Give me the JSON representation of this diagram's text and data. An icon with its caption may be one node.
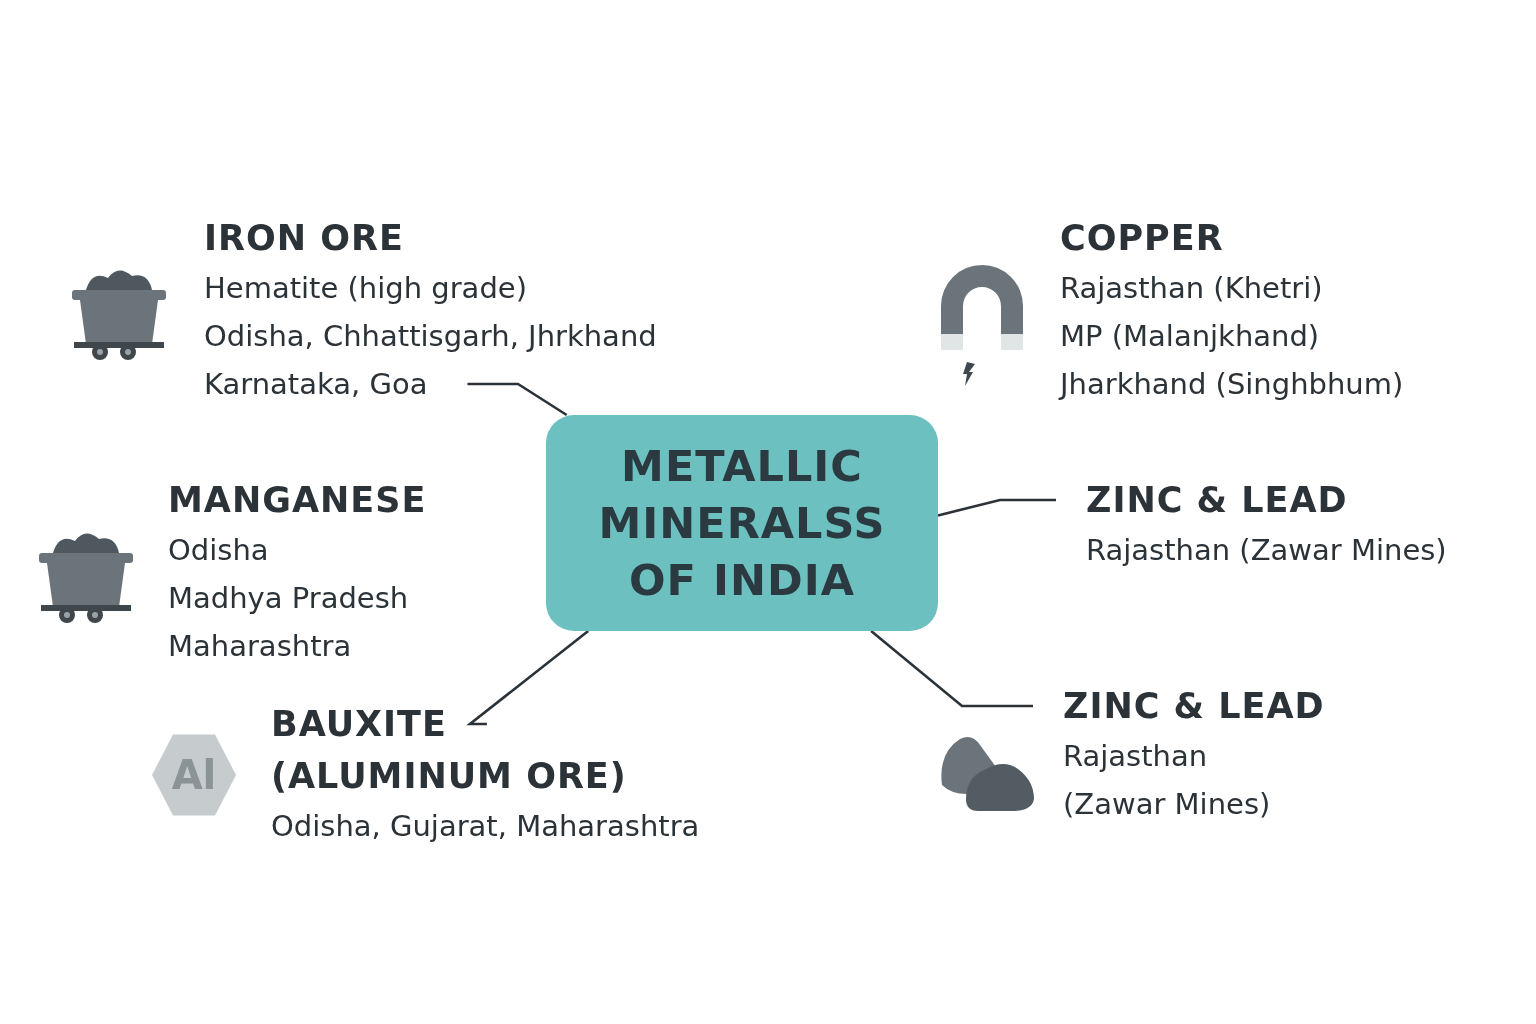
{
  "diagram": {
    "nodes": [
      {
        "text": [
          "METALLIC MINERALSS OF INDIA"
        ]
      },
      {
        "text": [
          "IRON ORE",
          "Hematite (high grade)",
          "Odisha, Chhattisgarh, Jhrkhand",
          "Karnataka, Goa"
        ]
      },
      {
        "text": [
          "COPPER",
          "Rajasthan (Khetri)",
          "MP (Malanjkhand)",
          "Jharkhand (Singhbhum)"
        ]
      },
      {
        "text": [
          "MANGANESE",
          "Odisha",
          "Madhya Pradesh",
          "Maharashtra"
        ]
      },
      {
        "text": [
          "ZINC & LEAD",
          "Rajasthan (Zawar Mines)"
        ]
      },
      {
        "text": [
          "BAUXITE (ALUMINUM ORE)",
          "Odisha, Gujarat, Maharashtra"
        ]
      },
      {
        "text": [
          "ZINC & LEAD",
          "Rajasthan (Zawar Mines)"
        ]
      }
    ],
    "edges": [
      {
        "from": 0,
        "to": 1,
        "arrow": "none"
      },
      {
        "from": 0,
        "to": 4,
        "arrow": "none"
      },
      {
        "from": 0,
        "to": 5,
        "arrow": "none"
      },
      {
        "from": 0,
        "to": 6,
        "arrow": "none"
      }
    ],
    "labels": [
      "Al"
    ]
  }
}
